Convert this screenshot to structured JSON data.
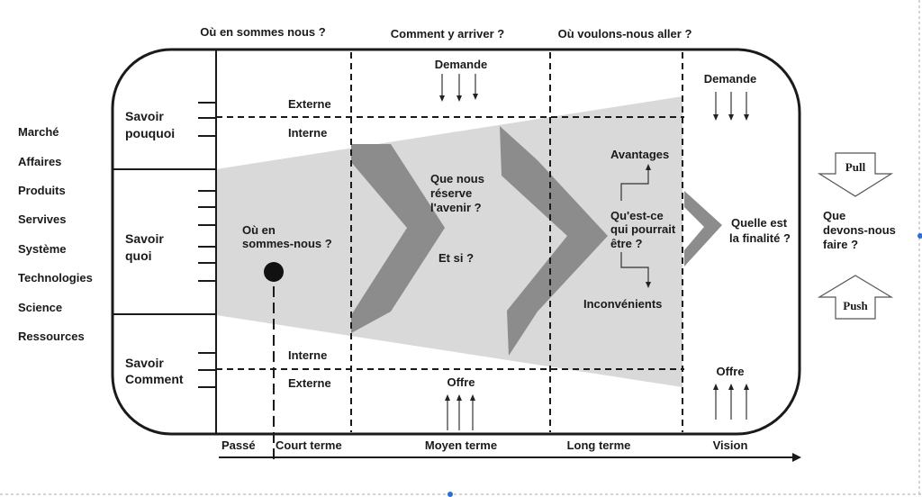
{
  "header_questions": {
    "present": "Où en sommes nous ?",
    "how": "Comment y arriver ?",
    "future": "Où voulons-nous aller ?"
  },
  "left_categories": [
    "Marché",
    "Affaires",
    "Produits",
    "Servives",
    "Système",
    "Technologies",
    "Science",
    "Ressources"
  ],
  "knowledge_rows": {
    "why": [
      "Savoir",
      "pouquoi"
    ],
    "what": [
      "Savoir",
      "quoi"
    ],
    "how": [
      "Savoir",
      "Comment"
    ]
  },
  "environment": {
    "external_top": "Externe",
    "internal_top": "Interne",
    "internal_bottom": "Interne",
    "external_bottom": "Externe"
  },
  "demand": {
    "middle": "Demande",
    "vision": "Demande"
  },
  "offer": {
    "middle": "Offre",
    "vision": "Offre"
  },
  "stages": {
    "present_q": [
      "Où en",
      "sommes-nous ?"
    ],
    "future_q": [
      "Que nous",
      "réserve",
      "l'avenir ?"
    ],
    "whatif": "Et si ?",
    "could_be": [
      "Qu'est-ce",
      "qui pourrait",
      "être ?"
    ],
    "advantages": "Avantages",
    "disadvantages": "Inconvénients",
    "purpose": [
      "Quelle est",
      "la finalité ?"
    ]
  },
  "actions": {
    "pull": "Pull",
    "push": "Push",
    "question": [
      "Que",
      "devons-nous",
      "faire ?"
    ]
  },
  "timeline": [
    "Passé",
    "Court terme",
    "Moyen terme",
    "Long terme",
    "Vision"
  ],
  "colors": {
    "funnel": "#d9d9d9",
    "chevron": "#8c8c8c",
    "line": "#1a1a1a"
  }
}
